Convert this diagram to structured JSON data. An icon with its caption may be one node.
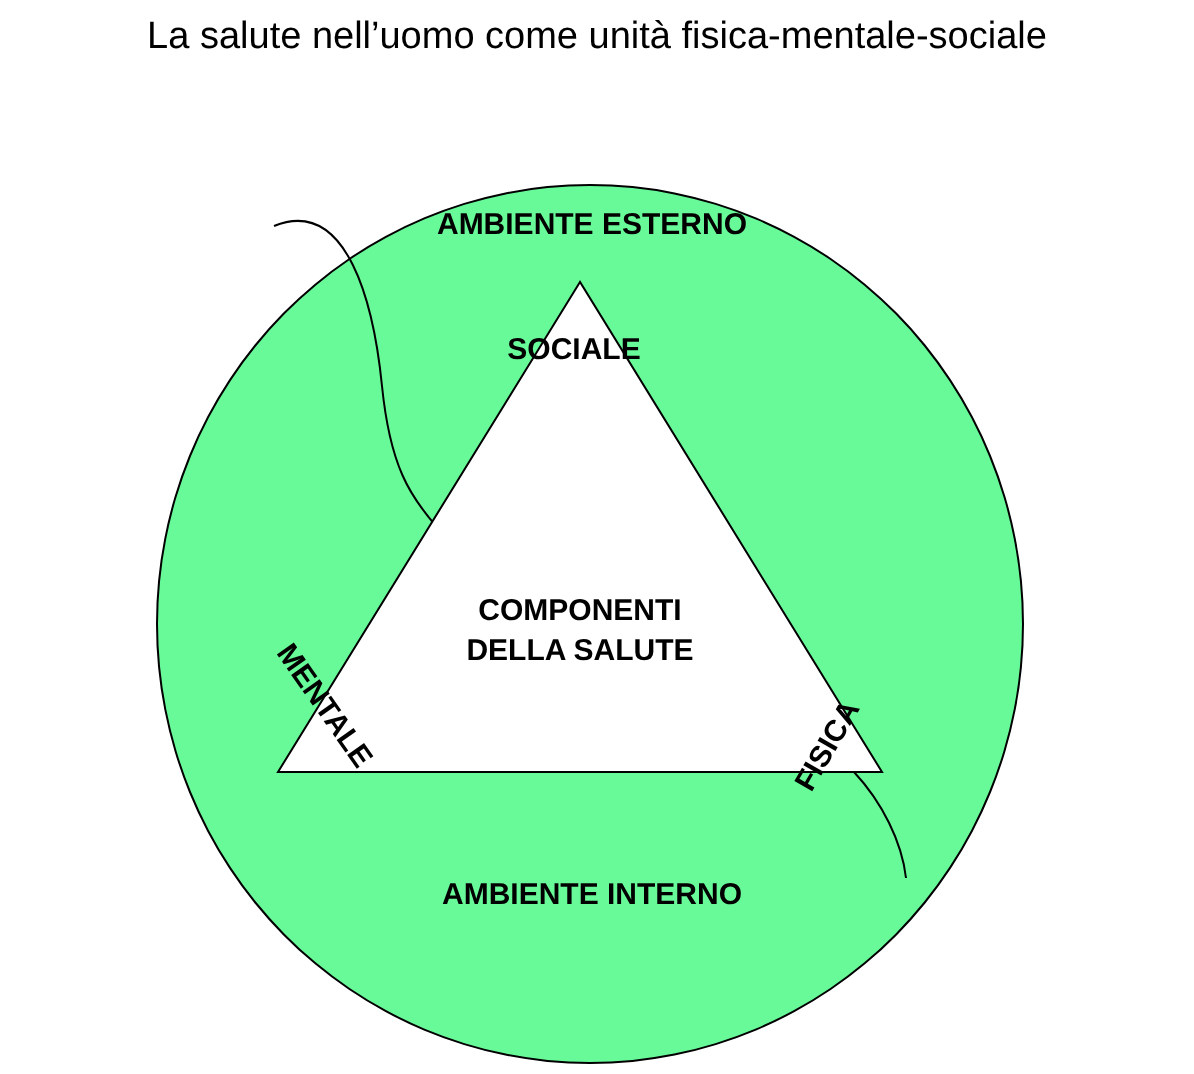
{
  "diagram": {
    "title": "La salute nell’uomo come unità fisica-mentale-sociale",
    "nodes": [
      {
        "text": [
          "AMBIENTE ESTERNO",
          "AMBIENTE INTERNO"
        ]
      },
      {
        "text": [
          "COMPONENTI DELLA SALUTE"
        ],
        "in": 0
      }
    ],
    "edges": [],
    "labels": [
      "SOCIALE",
      "MENTALE",
      "FISICA"
    ]
  }
}
